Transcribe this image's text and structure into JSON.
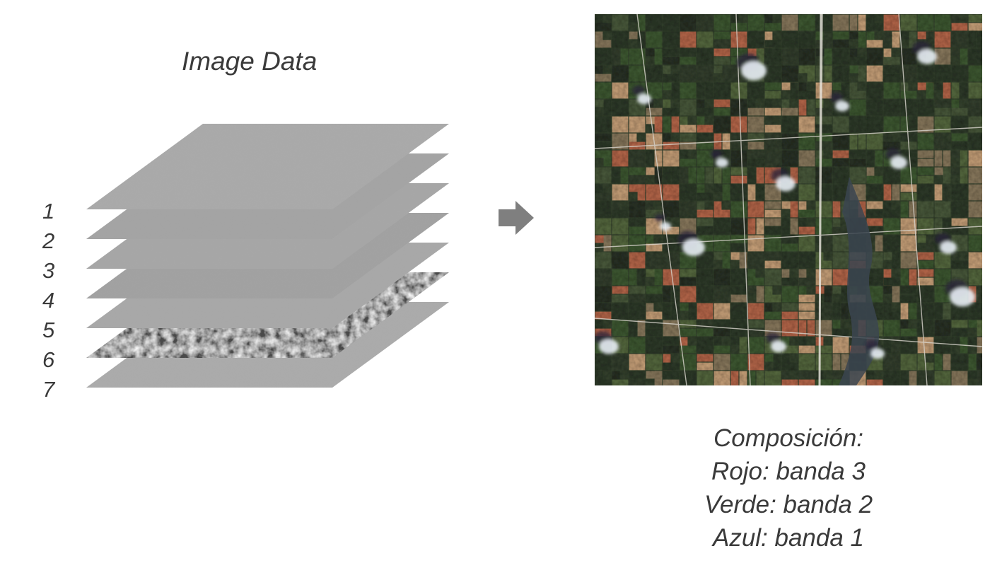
{
  "title": "Image Data",
  "bands": [
    {
      "label": "1",
      "tone": "#a9a9a9"
    },
    {
      "label": "2",
      "tone": "#a4a4a4"
    },
    {
      "label": "3",
      "tone": "#a6a6a6"
    },
    {
      "label": "4",
      "tone": "#a1a1a1"
    },
    {
      "label": "5",
      "tone": "#a8a8a8"
    },
    {
      "label": "6",
      "tone": "#4a4a4a"
    },
    {
      "label": "7",
      "tone": "#ababab"
    }
  ],
  "caption": {
    "line1": "Composición:",
    "line2": "Rojo: banda 3",
    "line3": "Verde: banda 2",
    "line4": "Azul: banda 1"
  },
  "colors": {
    "text": "#3a3a3a",
    "arrow": "#7f7f7f",
    "field_dark": "#2f3b2a",
    "field_green": "#3f5a33",
    "field_tan": "#c9a27a",
    "field_rust": "#b8684b",
    "cloud": "#e8eef5"
  }
}
